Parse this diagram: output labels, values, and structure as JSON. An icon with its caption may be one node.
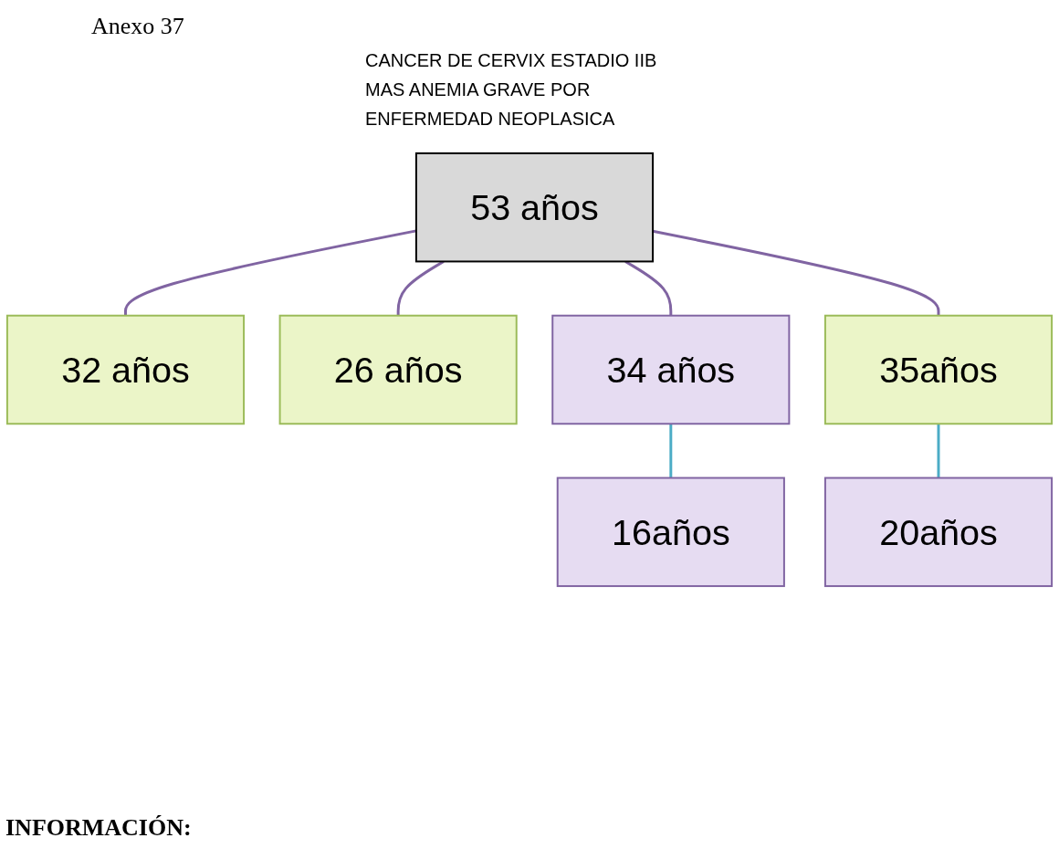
{
  "diagram": {
    "nodes": [
      {
        "text": [
          "53 años"
        ],
        "beside": [
          "CANCER DE CERVIX ESTADIO IIB MAS ANEMIA GRAVE POR ENFERMEDAD NEOPLASICA"
        ]
      },
      {
        "text": [
          "32 años"
        ]
      },
      {
        "text": [
          "26 años"
        ]
      },
      {
        "text": [
          "34 años"
        ]
      },
      {
        "text": [
          "35años"
        ]
      },
      {
        "text": [
          "16años"
        ]
      },
      {
        "text": [
          "20años"
        ]
      }
    ],
    "edges": [
      {
        "from": 0,
        "to": 1,
        "arrow": "none"
      },
      {
        "from": 0,
        "to": 2,
        "arrow": "none"
      },
      {
        "from": 0,
        "to": 3,
        "arrow": "none"
      },
      {
        "from": 0,
        "to": 4,
        "arrow": "none"
      },
      {
        "from": 3,
        "to": 5,
        "arrow": "none",
        "color": "#4bacc6"
      },
      {
        "from": 4,
        "to": 6,
        "arrow": "none",
        "color": "#4bacc6"
      }
    ],
    "labels": [
      "Anexo 37",
      "INFORMACIÓN:"
    ]
  }
}
